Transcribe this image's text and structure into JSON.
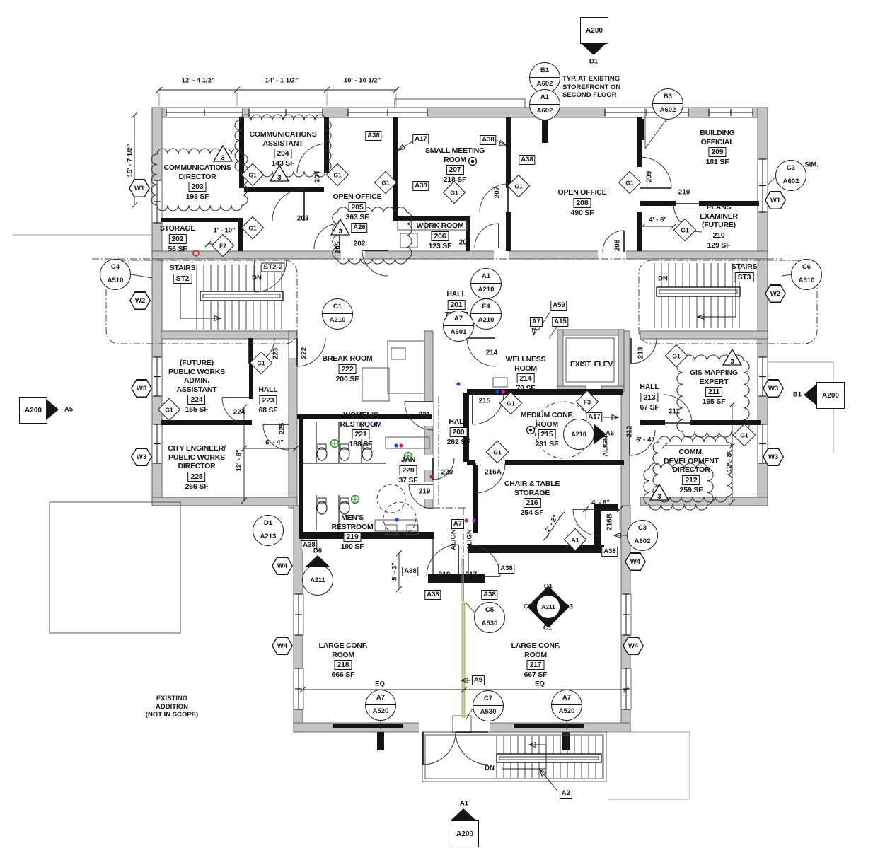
{
  "plan": {
    "rooms": [
      {
        "lines": [
          "COMMUNICATIONS",
          "DIRECTOR"
        ],
        "number": "203",
        "area": "193 SF"
      },
      {
        "lines": [
          "COMMUNICATIONS",
          "ASSISTANT"
        ],
        "number": "204",
        "area": "143 SF"
      },
      {
        "lines": [
          "STORAGE"
        ],
        "number": "202",
        "area": "56 SF"
      },
      {
        "lines": [
          "OPEN OFFICE"
        ],
        "number": "205",
        "area": "363 SF"
      },
      {
        "lines": [
          "SMALL MEETING",
          "ROOM"
        ],
        "number": "207",
        "area": "218 SF"
      },
      {
        "lines": [
          "WORK ROOM"
        ],
        "number": "206",
        "area": "123 SF"
      },
      {
        "lines": [
          "OPEN OFFICE"
        ],
        "number": "208",
        "area": "490 SF"
      },
      {
        "lines": [
          "BUILDING",
          "OFFICIAL"
        ],
        "number": "209",
        "area": "181 SF"
      },
      {
        "lines": [
          "PLANS",
          "EXAMINER",
          "(FUTURE)"
        ],
        "number": "210",
        "area": "129 SF"
      },
      {
        "lines": [
          "STAIRS"
        ],
        "number": "ST2",
        "area": ""
      },
      {
        "lines": [
          "STAIRS"
        ],
        "number": "ST3",
        "area": ""
      },
      {
        "lines": [
          "HALL"
        ],
        "number": "201",
        "area": "722 SF"
      },
      {
        "lines": [
          "(FUTURE)",
          "PUBLIC WORKS",
          "ADMIN.",
          "ASSISTANT"
        ],
        "number": "224",
        "area": "165 SF"
      },
      {
        "lines": [
          "HALL"
        ],
        "number": "223",
        "area": "68 SF"
      },
      {
        "lines": [
          "CITY ENGINEER/",
          "PUBLIC WORKS",
          "DIRECTOR"
        ],
        "number": "225",
        "area": "266 SF"
      },
      {
        "lines": [
          "BREAK ROOM"
        ],
        "number": "222",
        "area": "200 SF"
      },
      {
        "lines": [
          "WOMEN'S",
          "RESTROOM"
        ],
        "number": "221",
        "area": "188 SF"
      },
      {
        "lines": [
          "JAN"
        ],
        "number": "220",
        "area": "37 SF"
      },
      {
        "lines": [
          "HALL"
        ],
        "number": "200",
        "area": "262 SF"
      },
      {
        "lines": [
          "WELLNESS",
          "ROOM"
        ],
        "number": "214",
        "area": "79 SF"
      },
      {
        "lines": [
          "EXIST. ELEV."
        ],
        "number": "",
        "area": ""
      },
      {
        "lines": [
          "MEDIUM CONF.",
          "ROOM"
        ],
        "number": "215",
        "area": "231 SF"
      },
      {
        "lines": [
          "HALL"
        ],
        "number": "213",
        "area": "67 SF"
      },
      {
        "lines": [
          "GIS MAPPING",
          "EXPERT"
        ],
        "number": "211",
        "area": "165 SF"
      },
      {
        "lines": [
          "COMM.",
          "DEVELOPMENT",
          "DIRECTOR"
        ],
        "number": "212",
        "area": "259 SF"
      },
      {
        "lines": [
          "MEN'S",
          "RESTROOM"
        ],
        "number": "219",
        "area": "190 SF"
      },
      {
        "lines": [
          "CHAIR & TABLE",
          "STORAGE"
        ],
        "number": "216",
        "area": "254 SF"
      },
      {
        "lines": [
          "LARGE CONF.",
          "ROOM"
        ],
        "number": "218",
        "area": "666 SF"
      },
      {
        "lines": [
          "LARGE CONF.",
          "ROOM"
        ],
        "number": "217",
        "area": "667 SF"
      }
    ],
    "circle_markers": [
      {
        "top": "B1",
        "bottom": "A602"
      },
      {
        "top": "A1",
        "bottom": "A602"
      },
      {
        "top": "B3",
        "bottom": "A602"
      },
      {
        "top": "C3",
        "bottom": "A602"
      },
      {
        "top": "C4",
        "bottom": "A510"
      },
      {
        "top": "C6",
        "bottom": "A510"
      },
      {
        "top": "A1",
        "bottom": "A210"
      },
      {
        "top": "E4",
        "bottom": "A210"
      },
      {
        "top": "C1",
        "bottom": "A210"
      },
      {
        "top": "A7",
        "bottom": "A601"
      },
      {
        "top": "D1",
        "bottom": "A213"
      },
      {
        "top": "A211",
        "bottom": ""
      },
      {
        "top": "C5",
        "bottom": "A530"
      },
      {
        "top": "A7",
        "bottom": "A520"
      },
      {
        "top": "C7",
        "bottom": "A530"
      },
      {
        "top": "A7",
        "bottom": "A520"
      },
      {
        "top": "A210",
        "bottom": ""
      },
      {
        "top": "C3",
        "bottom": "A602"
      }
    ],
    "hex_markers": [
      "W1",
      "W1",
      "W2",
      "W2",
      "W3",
      "W3",
      "W3",
      "W3",
      "W4",
      "W4",
      "W4",
      "W4"
    ],
    "diamond_markers": [
      "G1",
      "G1",
      "G1",
      "G1",
      "G1",
      "G1",
      "G1",
      "G1",
      "G1",
      "G1",
      "G1",
      "G1",
      "G1",
      "G1",
      "F2",
      "F3",
      "A1"
    ],
    "triangle_markers": [
      "3",
      "3",
      "3",
      "3",
      "3"
    ],
    "box_markers": [
      "A38",
      "A38",
      "A38",
      "A38",
      "A38",
      "A38",
      "A38",
      "A38",
      "A38",
      "A38",
      "A17",
      "A17",
      "A26",
      "A59",
      "A7",
      "A7",
      "A15",
      "A9",
      "A2"
    ],
    "door_tags": [
      "203",
      "202",
      "204",
      "205",
      "206",
      "207",
      "208",
      "209",
      "210",
      "ST2-2",
      "222",
      "223",
      "224",
      "225",
      "221",
      "220",
      "219",
      "214",
      "215",
      "213",
      "212",
      "211",
      "216A",
      "216B",
      "218",
      "217"
    ],
    "dims": [
      "12' - 4 1/2\"",
      "14' - 1 1/2\"",
      "10' - 10 1/2\"",
      "15' - 7 1/2\"",
      "1' - 10\"",
      "4' - 6\"",
      "6' - 4\"",
      "12' - 8\"",
      "6' - 4\"",
      "12' - 8\"",
      "5' - 3\"",
      "2' - 2\"",
      "4' - 8\"",
      "EQ",
      "EQ"
    ],
    "notes": [
      {
        "lines": [
          "TYP. AT EXISTING",
          "STOREFRONT ON",
          "SECOND FLOOR"
        ]
      },
      {
        "lines": [
          "SIM."
        ]
      },
      {
        "lines": [
          "DN"
        ]
      },
      {
        "lines": [
          "DN"
        ]
      },
      {
        "lines": [
          "DN"
        ]
      },
      {
        "lines": [
          "EXISTING",
          "ADDITION",
          "(NOT IN SCOPE)"
        ]
      },
      {
        "lines": [
          "ALIGN"
        ]
      },
      {
        "lines": [
          "ALIGN"
        ]
      },
      {
        "lines": [
          "ALIGN"
        ]
      },
      {
        "lines": [
          "D6"
        ]
      },
      {
        "lines": [
          "A6"
        ]
      },
      {
        "lines": [
          "D1"
        ]
      },
      {
        "lines": [
          "C3"
        ]
      },
      {
        "lines": [
          "D3"
        ]
      },
      {
        "lines": [
          "C1"
        ]
      }
    ],
    "section_markers": [
      {
        "sheet": "A200",
        "label": "D1"
      },
      {
        "sheet": "A200",
        "label": "A5"
      },
      {
        "sheet": "A200",
        "label": "B1"
      },
      {
        "sheet": "A200",
        "label": "A1"
      }
    ],
    "cluster_marker": {
      "center": "A211"
    },
    "colors": {
      "wall_gray": "#c4c4c4",
      "line": "#141414",
      "revision": "#333333",
      "drain_green": "#2e8b2e",
      "alert_red": "#e02020",
      "mullion_tan": "#d8cc96"
    }
  }
}
